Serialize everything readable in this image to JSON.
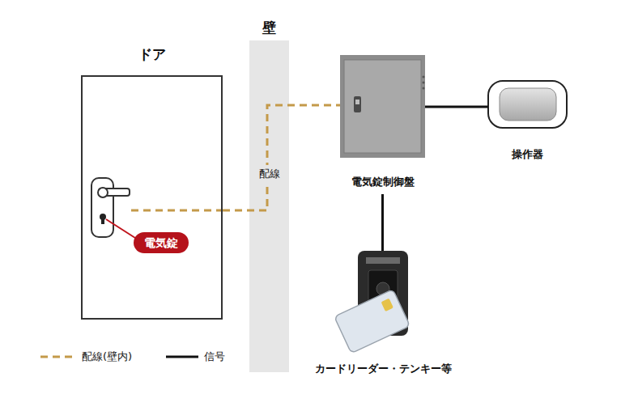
{
  "diagram": {
    "nodes": [
      {
        "text": [
          "ドア"
        ]
      },
      {
        "text": [
          "電気錠"
        ],
        "in": 0
      },
      {
        "text": [
          "壁",
          "配線"
        ]
      },
      {
        "text": [
          "電気錠制御盤"
        ]
      },
      {
        "text": [
          "操作器"
        ]
      },
      {
        "text": [
          "カードリーダー・テンキー等"
        ]
      }
    ],
    "edges": [
      {
        "from": 0,
        "to": 3,
        "arrow": "none"
      },
      {
        "from": 3,
        "to": 4,
        "arrow": "none"
      },
      {
        "from": 3,
        "to": 5,
        "arrow": "none"
      }
    ],
    "legend": [
      {
        "text": "配線(壁内)"
      },
      {
        "text": "信号"
      }
    ]
  }
}
